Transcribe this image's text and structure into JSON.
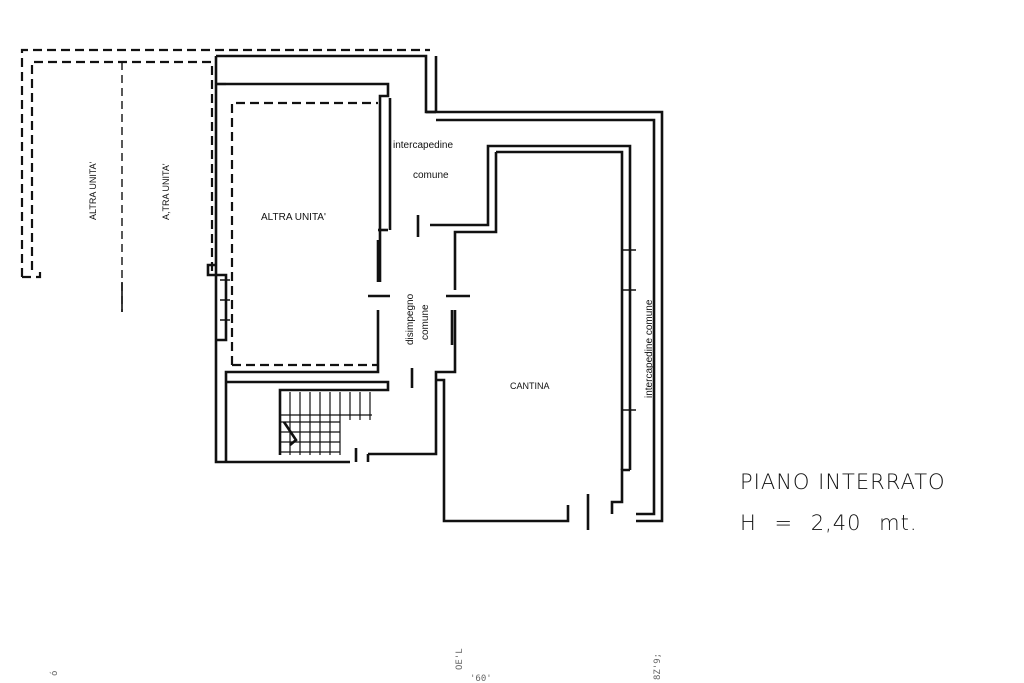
{
  "labels": {
    "altra_unita_1": "ALTRA UNITA'",
    "altra_unita_2": "A,TRA UNITA'",
    "altra_unita_3": "ALTRA UNITA'",
    "intercapedine_top_1": "intercapedine",
    "intercapedine_top_2": "comune",
    "disimpegno_1": "disimpegno",
    "disimpegno_2": "comune",
    "cantina": "CANTINA",
    "intercapedine_right": "intercapedine comune"
  },
  "title": {
    "line1": "PIANO INTERRATO",
    "line2": "H = 2,40 mt."
  },
  "margin_marks": {
    "left": "ó",
    "middle_vertical": "OE'L",
    "middle": "'60'",
    "right_vertical": "8Z'9;"
  }
}
